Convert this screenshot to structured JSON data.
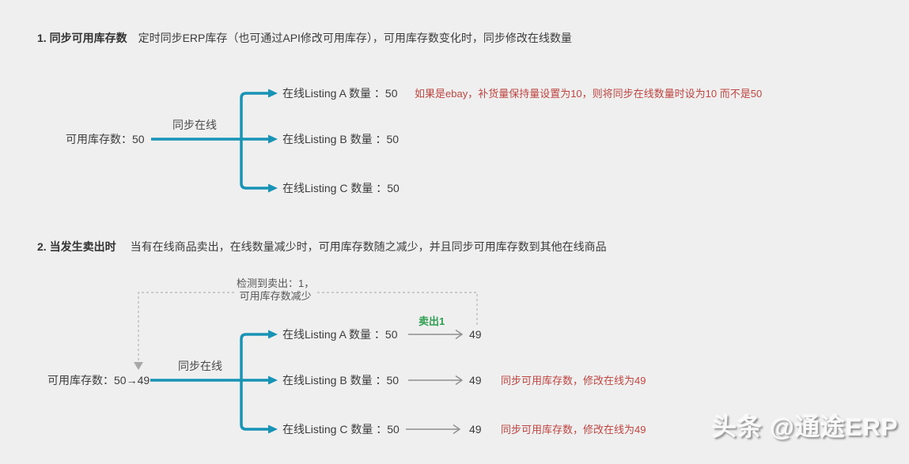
{
  "colors": {
    "background": "#efefef",
    "connector_blue": "#1793b5",
    "note_red": "#be4642",
    "sold_green": "#2f9e50",
    "text": "#3c3c3c",
    "arrow_gray": "#8f8f8f",
    "dashed_gray": "#b5b5b5"
  },
  "section1": {
    "heading_title": "1. 同步可用库存数",
    "heading_desc": "定时同步ERP库存（也可通过API修改可用库存），可用库存数变化时，同步修改在线数量",
    "source_node": "可用库存数：50",
    "sync_label": "同步在线",
    "listings": [
      {
        "label": "在线Listing A 数量 ：50",
        "note": "如果是ebay，补货量保持量设置为10，则将同步在线数量时设为10 而不是50"
      },
      {
        "label": "在线Listing B 数量 ：50",
        "note": ""
      },
      {
        "label": "在线Listing C 数量 ：50",
        "note": ""
      }
    ]
  },
  "section2": {
    "heading_title": "2. 当发生卖出时",
    "heading_desc": "当有在线商品卖出，在线数量减少时，可用库存数随之减少，并且同步可用库存数到其他在线商品",
    "source_node": "可用库存数：50→49",
    "sync_label": "同步在线",
    "detect_note_line1": "检测到卖出：1，",
    "detect_note_line2": "可用库存数减少",
    "sold_label": "卖出1",
    "listings": [
      {
        "label": "在线Listing A 数量 ：50",
        "result": "49",
        "note": ""
      },
      {
        "label": "在线Listing B 数量 ：50",
        "result": "49",
        "note": "同步可用库存数，修改在线为49"
      },
      {
        "label": "在线Listing C 数量 ：50",
        "result": "49",
        "note": "同步可用库存数，修改在线为49"
      }
    ]
  },
  "watermark": {
    "text": "头条 @通途ERP"
  }
}
